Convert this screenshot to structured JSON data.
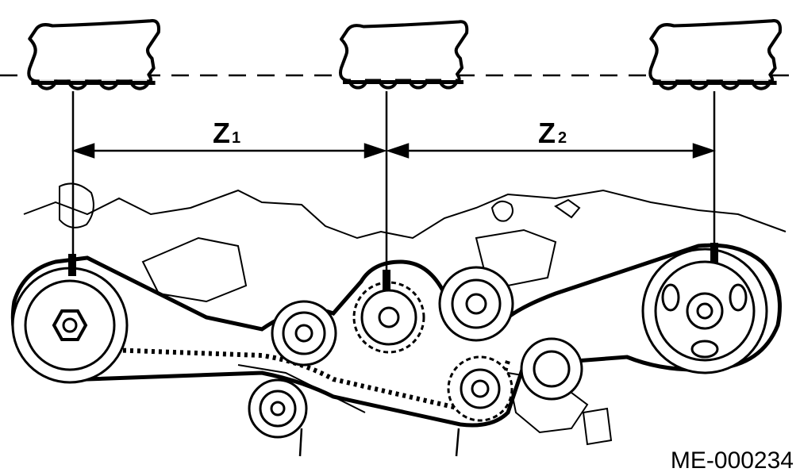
{
  "diagram": {
    "dimension_1": {
      "main": "Z",
      "sub": "1"
    },
    "dimension_2": {
      "main": "Z",
      "sub": "2"
    },
    "figure_id": "ME-000234"
  }
}
